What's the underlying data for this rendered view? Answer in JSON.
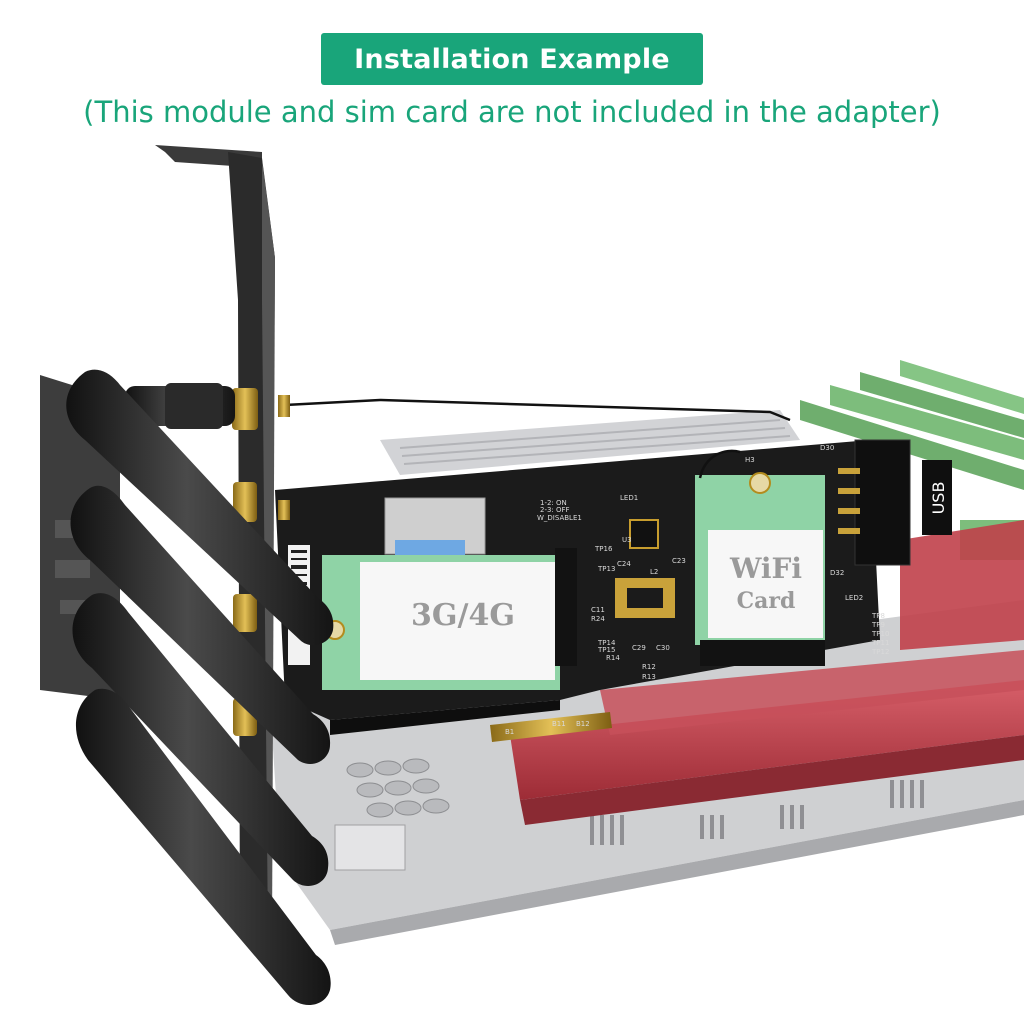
{
  "header": {
    "title": "Installation Example",
    "subtitle": "(This module and sim card are not included in the adapter)"
  },
  "product": {
    "module_3g4g_label": "3G/4G",
    "wifi_label_line1": "WiFi",
    "wifi_label_line2": "Card",
    "usb_label": "USB",
    "silk": {
      "w_disable": "W_DISABLE1",
      "on": "1-2: ON",
      "off": "2-3: OFF",
      "u3": "U3",
      "h3": "H3",
      "c23": "C23",
      "c24": "C24",
      "l2": "L2",
      "tp16": "TP16",
      "tp13": "TP13",
      "tp14": "TP14",
      "tp15": "TP15",
      "r14": "R14",
      "c11": "C11",
      "r24": "R24",
      "r12": "R12",
      "r13": "R13",
      "c29": "C29",
      "c30": "C30",
      "b11": "B11",
      "b12": "B12",
      "b1": "B1",
      "led1": "LED1",
      "led2": "LED2",
      "d30": "D30",
      "d32": "D32",
      "tp8": "TP8",
      "tp9": "TP9",
      "tp10": "TP10",
      "tp11": "TP11",
      "tp12": "TP12"
    }
  },
  "colors": {
    "accent": "#19a57a",
    "pcb": "#1b1b1b",
    "module_green": "#8fd3a6",
    "motherboard_red": "#c0404a",
    "antenna": "#2a2a2a",
    "gold": "#c9a23a"
  }
}
